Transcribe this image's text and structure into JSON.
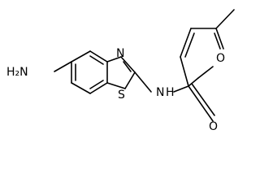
{
  "molecule": {
    "atoms": {
      "amine": "H₂N",
      "thiazole_n": "N",
      "thiazole_s": "S",
      "amide_n": "N",
      "amide_h": "H",
      "carbonyl_o": "O",
      "furan_o": "O"
    }
  }
}
